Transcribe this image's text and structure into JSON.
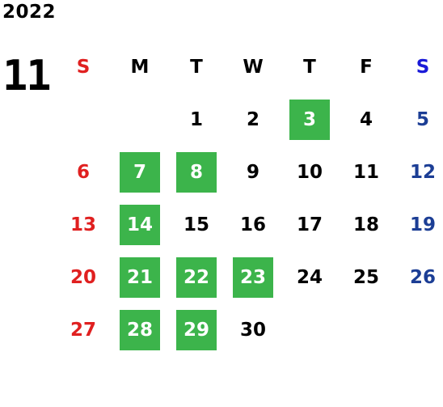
{
  "calendar": {
    "year": "2022",
    "month": "11",
    "weekdays": [
      "S",
      "M",
      "T",
      "W",
      "T",
      "F",
      "S"
    ],
    "colors": {
      "sunday": "#e02020",
      "saturday": "#1c3e95",
      "saturday_header": "#1a1ad8",
      "highlight_bg": "#3cb44b",
      "highlight_text": "#ffffff",
      "text": "#000000"
    },
    "weeks": [
      [
        {
          "day": ""
        },
        {
          "day": ""
        },
        {
          "day": "1"
        },
        {
          "day": "2"
        },
        {
          "day": "3",
          "highlight": true
        },
        {
          "day": "4"
        },
        {
          "day": "5"
        }
      ],
      [
        {
          "day": "6"
        },
        {
          "day": "7",
          "highlight": true
        },
        {
          "day": "8",
          "highlight": true
        },
        {
          "day": "9"
        },
        {
          "day": "10"
        },
        {
          "day": "11"
        },
        {
          "day": "12"
        }
      ],
      [
        {
          "day": "13"
        },
        {
          "day": "14",
          "highlight": true
        },
        {
          "day": "15"
        },
        {
          "day": "16"
        },
        {
          "day": "17"
        },
        {
          "day": "18"
        },
        {
          "day": "19"
        }
      ],
      [
        {
          "day": "20"
        },
        {
          "day": "21",
          "highlight": true
        },
        {
          "day": "22",
          "highlight": true
        },
        {
          "day": "23",
          "highlight": true
        },
        {
          "day": "24"
        },
        {
          "day": "25"
        },
        {
          "day": "26"
        }
      ],
      [
        {
          "day": "27"
        },
        {
          "day": "28",
          "highlight": true
        },
        {
          "day": "29",
          "highlight": true
        },
        {
          "day": "30"
        },
        {
          "day": ""
        },
        {
          "day": ""
        },
        {
          "day": ""
        }
      ]
    ]
  }
}
